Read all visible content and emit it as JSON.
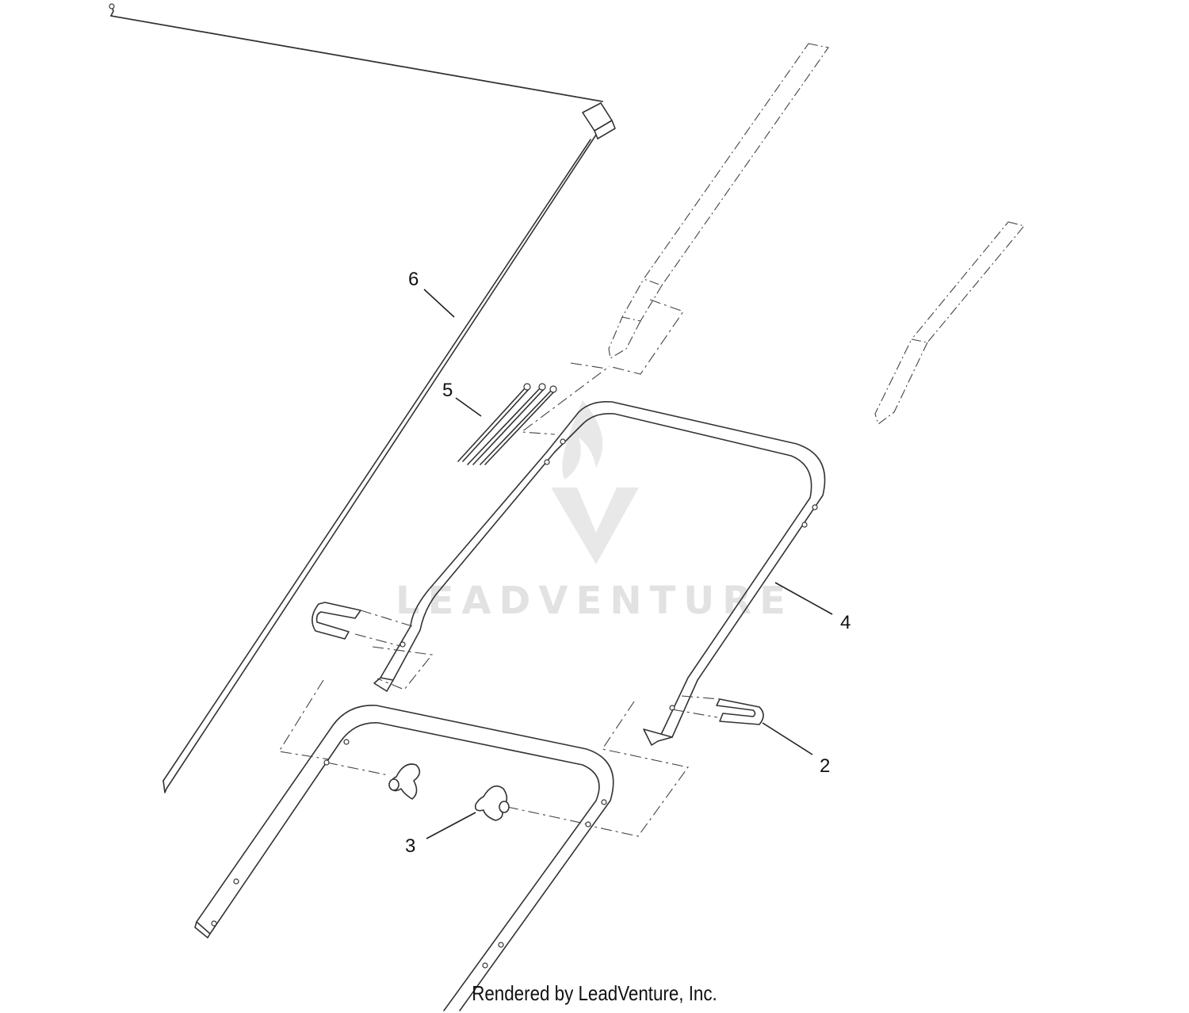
{
  "callouts": [
    {
      "label": "6"
    },
    {
      "label": "5"
    },
    {
      "label": "4"
    },
    {
      "label": "2"
    },
    {
      "label": "3"
    }
  ],
  "watermark": {
    "text": "LEADVENTURE"
  },
  "footer": {
    "text": "Rendered by LeadVenture, Inc."
  },
  "colors": {
    "line": "#333333",
    "watermark": "#e2e2e2",
    "background": "#ffffff"
  }
}
